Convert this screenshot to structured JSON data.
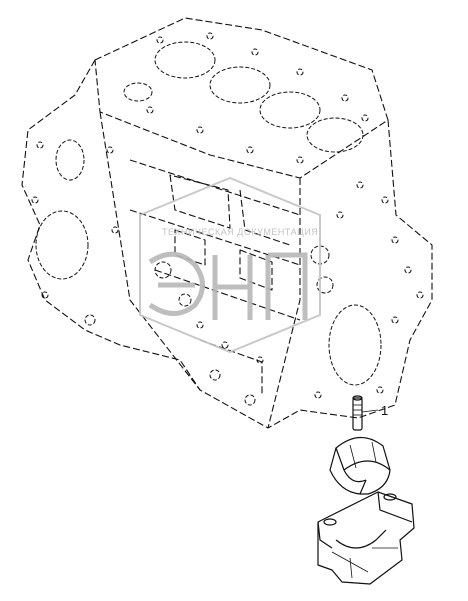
{
  "callouts": [
    {
      "label": "1"
    }
  ],
  "watermark": {
    "text": "ТЕХНИЧЕСКАЯ ДОКУМЕНТАЦИЯ",
    "mark": "ЭНП"
  }
}
